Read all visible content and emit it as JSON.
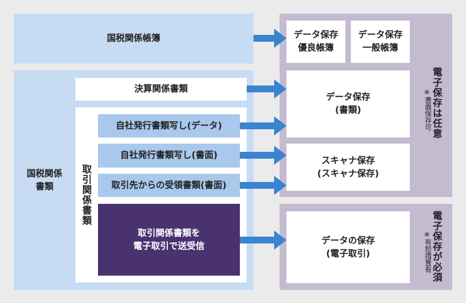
{
  "left": {
    "kokuzei_choubo": "国税関係帳簿",
    "kokuzei_shorui": "国税関係\n書類",
    "kessan_shorui": "決算関係書類",
    "torihiki_shorui_vertical": "取引関係書類",
    "jisha_data": "自社発行書類写し(データ)",
    "jisha_shomen": "自社発行書類写し(書面)",
    "torihikisaki": "取引先からの受領書類(書面)",
    "denshi_torihiki": "取引関係書類を\n電子取引で送受信"
  },
  "right": {
    "yuryo": "データ保存\n優良帳簿",
    "ippan": "データ保存\n一般帳簿",
    "data_shorui": "データ保存\n(書類)",
    "scanner": "スキャナ保存\n(スキャナ保存)",
    "data_denshi": "データの保存\n(電子取引)",
    "nin_i": "電子保存は任意",
    "nin_i_note": "※書面保存可",
    "hissu": "電子保存が必須",
    "hissu_note": "※有恕措置有"
  },
  "colors": {
    "light_blue": "#c7dcf3",
    "mid_blue": "#a8c8ec",
    "purple_gray": "#c4bbd1",
    "deep_purple": "#4a3170",
    "arrow_blue": "#3a84d0"
  }
}
